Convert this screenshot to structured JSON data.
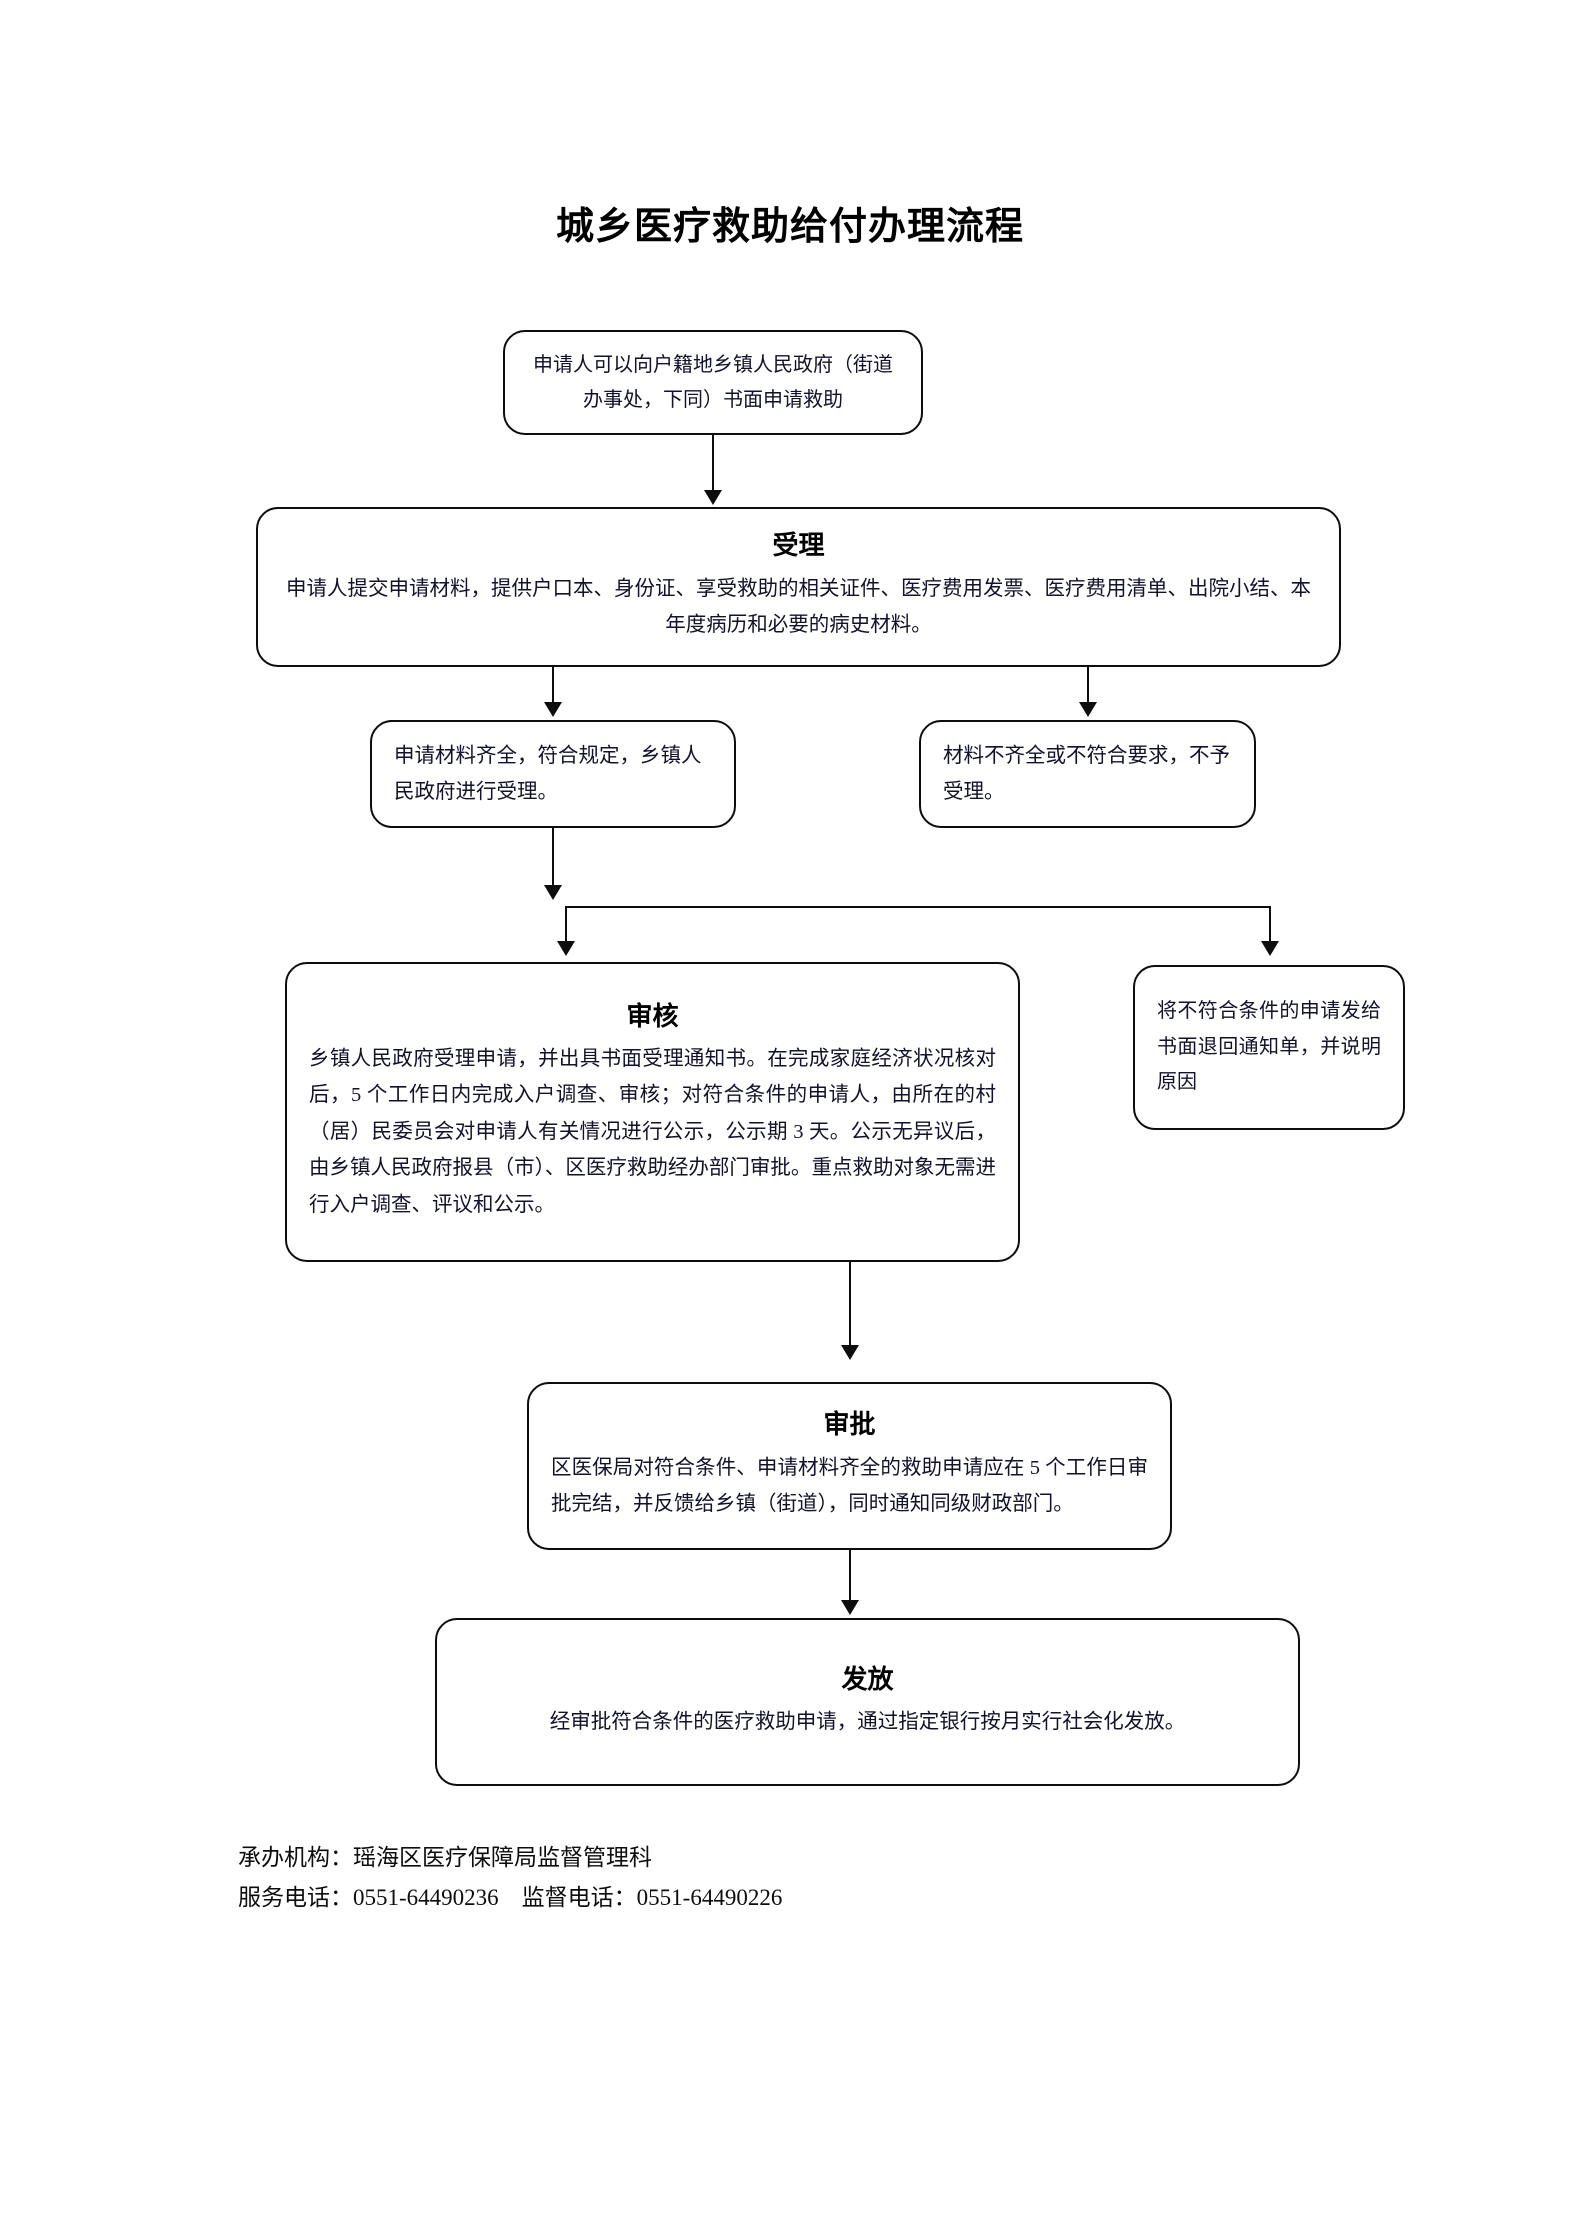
{
  "document": {
    "title": "城乡医疗救助给付办理流程"
  },
  "flow": {
    "apply": {
      "body": "申请人可以向户籍地乡镇人民政府（街道办事处，下同）书面申请救助"
    },
    "accept": {
      "heading": "受理",
      "body": "申请人提交申请材料，提供户口本、身份证、享受救助的相关证件、医疗费用发票、医疗费用清单、出院小结、本年度病历和必要的病史材料。"
    },
    "accept_ok": {
      "body": "申请材料齐全，符合规定，乡镇人民政府进行受理。"
    },
    "accept_reject": {
      "body": "材料不齐全或不符合要求，不予受理。"
    },
    "review": {
      "heading": "审核",
      "body": "乡镇人民政府受理申请，并出具书面受理通知书。在完成家庭经济状况核对后，5 个工作日内完成入户调查、审核；对符合条件的申请人，由所在的村（居）民委员会对申请人有关情况进行公示，公示期 3 天。公示无异议后，由乡镇人民政府报县（市）、区医疗救助经办部门审批。重点救助对象无需进行入户调查、评议和公示。"
    },
    "return_notice": {
      "body": "将不符合条件的申请发给书面退回通知单，并说明原因"
    },
    "approve": {
      "heading": "审批",
      "body": "区医保局对符合条件、申请材料齐全的救助申请应在 5 个工作日审批完结，并反馈给乡镇（街道），同时通知同级财政部门。"
    },
    "issue": {
      "heading": "发放",
      "body": "经审批符合条件的医疗救助申请，通过指定银行按月实行社会化发放。"
    }
  },
  "footer": {
    "agency_line": "承办机构：瑶海区医疗保障局监督管理科",
    "phone_line": "服务电话：0551-64490236    监督电话：0551-64490226"
  },
  "colors": {
    "line": "#0d0d0d",
    "text": "#12122a",
    "background": "#ffffff"
  }
}
